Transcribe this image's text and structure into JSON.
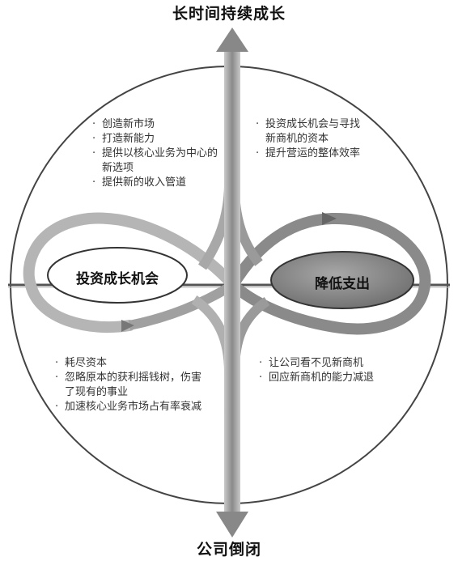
{
  "diagram": {
    "title_top": "长时间持续成长",
    "title_bottom": "公司倒闭",
    "oval_left": "投资成长机会",
    "oval_right": "降低支出",
    "quadrants": {
      "top_left": [
        "创造新市场",
        "打造新能力",
        "提供以核心业务为中心的新选项",
        "提供新的收入管道"
      ],
      "top_right": [
        "投资成长机会与寻找新商机的资本",
        "提升营运的整体效率"
      ],
      "bottom_left": [
        "耗尽资本",
        "忽略原本的获利摇钱树，伤害了现有的事业",
        "加速核心业务市场占有率衰减"
      ],
      "bottom_right": [
        "让公司看不见新商机",
        "回应新商机的能力减退"
      ]
    }
  },
  "colors": {
    "arrow": "#9a9a9a",
    "arrow_dark": "#6e6e6e",
    "oval_right_fill": "#8c8c8c",
    "circle": "#333333"
  }
}
